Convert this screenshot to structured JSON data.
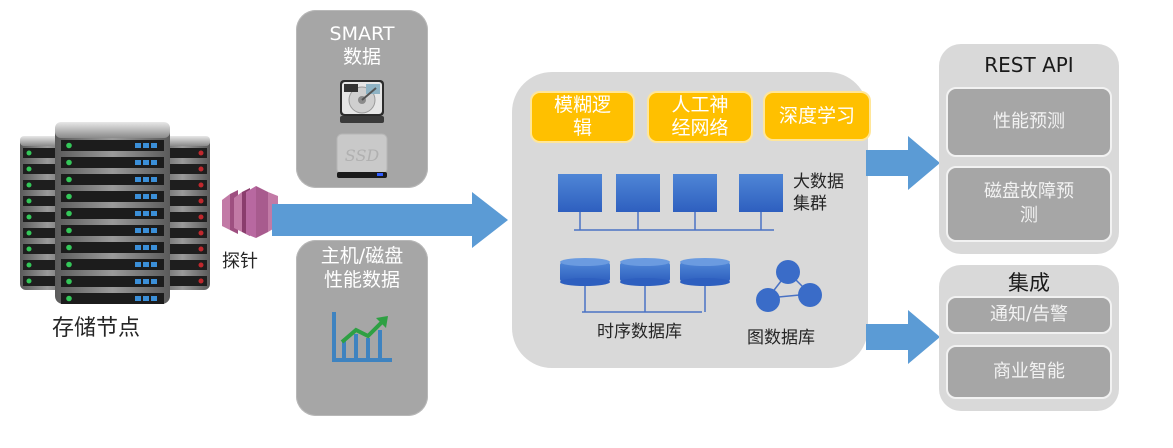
{
  "storage_node": {
    "label": "存储节点",
    "icon": "server-rack-icon"
  },
  "probe": {
    "label": "探针",
    "icon": "probe-icon",
    "color": "#b0608f"
  },
  "smart_card": {
    "title_line1": "SMART",
    "title_line2": "数据",
    "icons": [
      "hdd-icon",
      "ssd-icon"
    ],
    "ssd_text": "SSD"
  },
  "perf_card": {
    "title_line1": "主机/磁盘",
    "title_line2": "性能数据",
    "icon": "growth-chart-icon"
  },
  "analytics": {
    "methods": [
      {
        "line1": "模糊逻",
        "line2": "辑"
      },
      {
        "line1": "人工神",
        "line2": "经网络"
      },
      {
        "line1": "深度学习",
        "line2": ""
      }
    ],
    "bigdata_cluster": {
      "line1": "大数据",
      "line2": "集群",
      "node_count": 4
    },
    "timeseries_db": {
      "label": "时序数据库",
      "node_count": 3
    },
    "graph_db": {
      "label": "图数据库"
    }
  },
  "rest_api": {
    "title": "REST API",
    "items": [
      {
        "line1": "性能预测",
        "line2": ""
      },
      {
        "line1": "磁盘故障预",
        "line2": "测"
      }
    ]
  },
  "integration": {
    "title": "集成",
    "items": [
      {
        "line1": "通知/告警"
      },
      {
        "line1": "商业智能"
      }
    ]
  },
  "colors": {
    "arrow": "#5b9bd5",
    "node_blue": "#3a6cc8",
    "orange": "#ffc000",
    "panel": "#d9d9d9",
    "card": "#a6a6a6"
  }
}
